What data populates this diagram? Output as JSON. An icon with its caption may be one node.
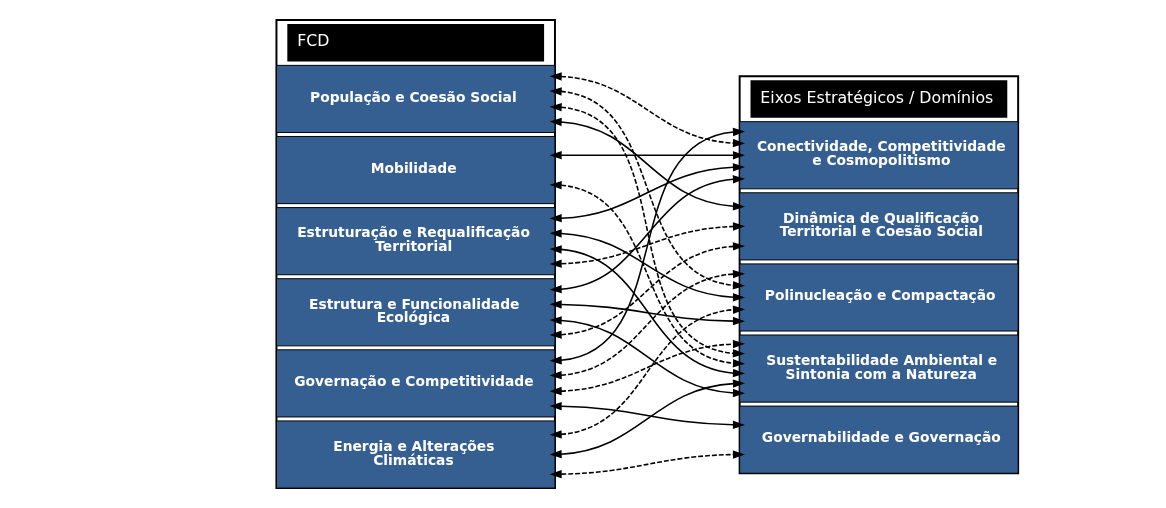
{
  "diagram": {
    "nodes": [
      {
        "text": [
          "FCD"
        ]
      },
      {
        "text": [
          "Governação e Competitividade"
        ],
        "in": 0
      },
      {
        "text": [
          "População e Coesão Social"
        ],
        "in": 0
      },
      {
        "text": [
          "Mobilidade"
        ],
        "in": 0
      },
      {
        "text": [
          "Estruturação e Requalificação Territorial"
        ],
        "in": 0
      },
      {
        "text": [
          "Energia e Alterações Climáticas"
        ],
        "in": 0
      },
      {
        "text": [
          "Estrutura e Funcionalidade Ecológica"
        ],
        "in": 0
      },
      {
        "text": [
          "Eixos Estratégicos / Domínios"
        ]
      },
      {
        "text": [
          "Conectividade, Competitividade e Cosmopolitismo"
        ],
        "in": 7
      },
      {
        "text": [
          "Polinucleação e Compactação"
        ],
        "in": 7
      },
      {
        "text": [
          "Sustentabilidade Ambiental e Sintonia com a Natureza"
        ],
        "in": 7
      },
      {
        "text": [
          "Dinâmica de Qualificação Territorial e Coesão Social"
        ],
        "in": 7
      },
      {
        "text": [
          "Governabilidade e Governação"
        ],
        "in": 7
      }
    ],
    "edges": [
      {
        "from": 1,
        "to": 8,
        "arrow": "both"
      },
      {
        "from": 1,
        "to": 9,
        "arrow": "both",
        "style": "dashed"
      },
      {
        "from": 1,
        "to": 10,
        "arrow": "both",
        "style": "dashed"
      },
      {
        "from": 1,
        "to": 12,
        "arrow": "both"
      },
      {
        "from": 2,
        "to": 8,
        "arrow": "both",
        "style": "dashed"
      },
      {
        "from": 2,
        "to": 9,
        "arrow": "both",
        "style": "dashed"
      },
      {
        "from": 2,
        "to": 10,
        "arrow": "both",
        "style": "dashed"
      },
      {
        "from": 2,
        "to": 11,
        "arrow": "both"
      },
      {
        "from": 3,
        "to": 8,
        "arrow": "both"
      },
      {
        "from": 3,
        "to": 10,
        "arrow": "both",
        "style": "dashed"
      },
      {
        "from": 4,
        "to": 8,
        "arrow": "both"
      },
      {
        "from": 4,
        "to": 9,
        "arrow": "both"
      },
      {
        "from": 4,
        "to": 10,
        "arrow": "both"
      },
      {
        "from": 4,
        "to": 11,
        "arrow": "both",
        "style": "dashed"
      },
      {
        "from": 5,
        "to": 9,
        "arrow": "both",
        "style": "dashed"
      },
      {
        "from": 5,
        "to": 10,
        "arrow": "both"
      },
      {
        "from": 5,
        "to": 12,
        "arrow": "both",
        "style": "dashed"
      },
      {
        "from": 6,
        "to": 8,
        "arrow": "both"
      },
      {
        "from": 6,
        "to": 9,
        "arrow": "both"
      },
      {
        "from": 6,
        "to": 10,
        "arrow": "both"
      },
      {
        "from": 6,
        "to": 11,
        "arrow": "both",
        "style": "dashed"
      }
    ]
  }
}
